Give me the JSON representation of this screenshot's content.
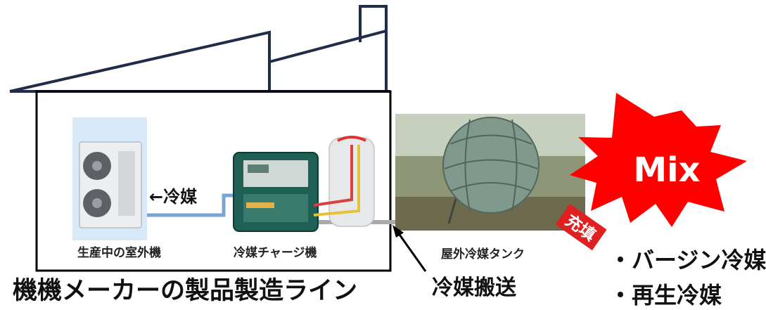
{
  "outdoor_unit": {
    "label": "生産中の室外機"
  },
  "charger": {
    "label": "冷媒チャージ機"
  },
  "flow": {
    "label": "←冷媒"
  },
  "tank": {
    "label": "屋外冷媒タンク"
  },
  "transport": {
    "label": "冷媒搬送"
  },
  "line_caption": "機機メーカーの製品製造ライン",
  "mix_burst": {
    "label": "Mix",
    "color": "#ff0000"
  },
  "fill_tag": {
    "label": "充填"
  },
  "refrigerant_types": [
    "・バージン冷媒",
    "・再生冷媒"
  ],
  "colors": {
    "roof": "#1f2d4a",
    "factory_border": "#000000",
    "pipe": "#7aa6d6"
  }
}
